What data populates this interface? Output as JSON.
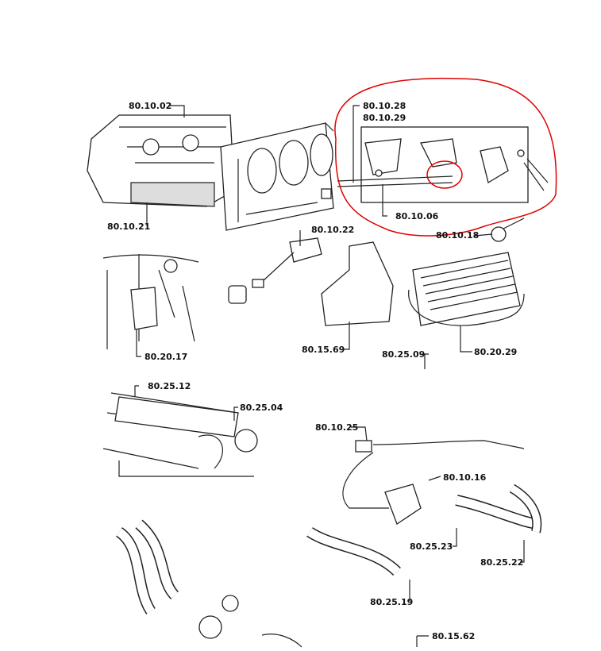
{
  "labels": {
    "l1": "80.10.02",
    "l2": "80.10.21",
    "l3": "80.10.28",
    "l4": "80.10.29",
    "l5": "80.10.06",
    "l6": "80.10.18",
    "l7": "80.10.22",
    "l8": "80.20.17",
    "l9": "80.15.69",
    "l10": "80.20.29",
    "l11": "80.25.09",
    "l12": "80.25.12",
    "l13": "80.25.04",
    "l14": "80.10.25",
    "l15": "80.10.16",
    "l16": "80.25.23",
    "l17": "80.25.22",
    "l18": "80.25.19",
    "l19": "80.15.62"
  },
  "colors": {
    "highlight": "#e00000"
  }
}
